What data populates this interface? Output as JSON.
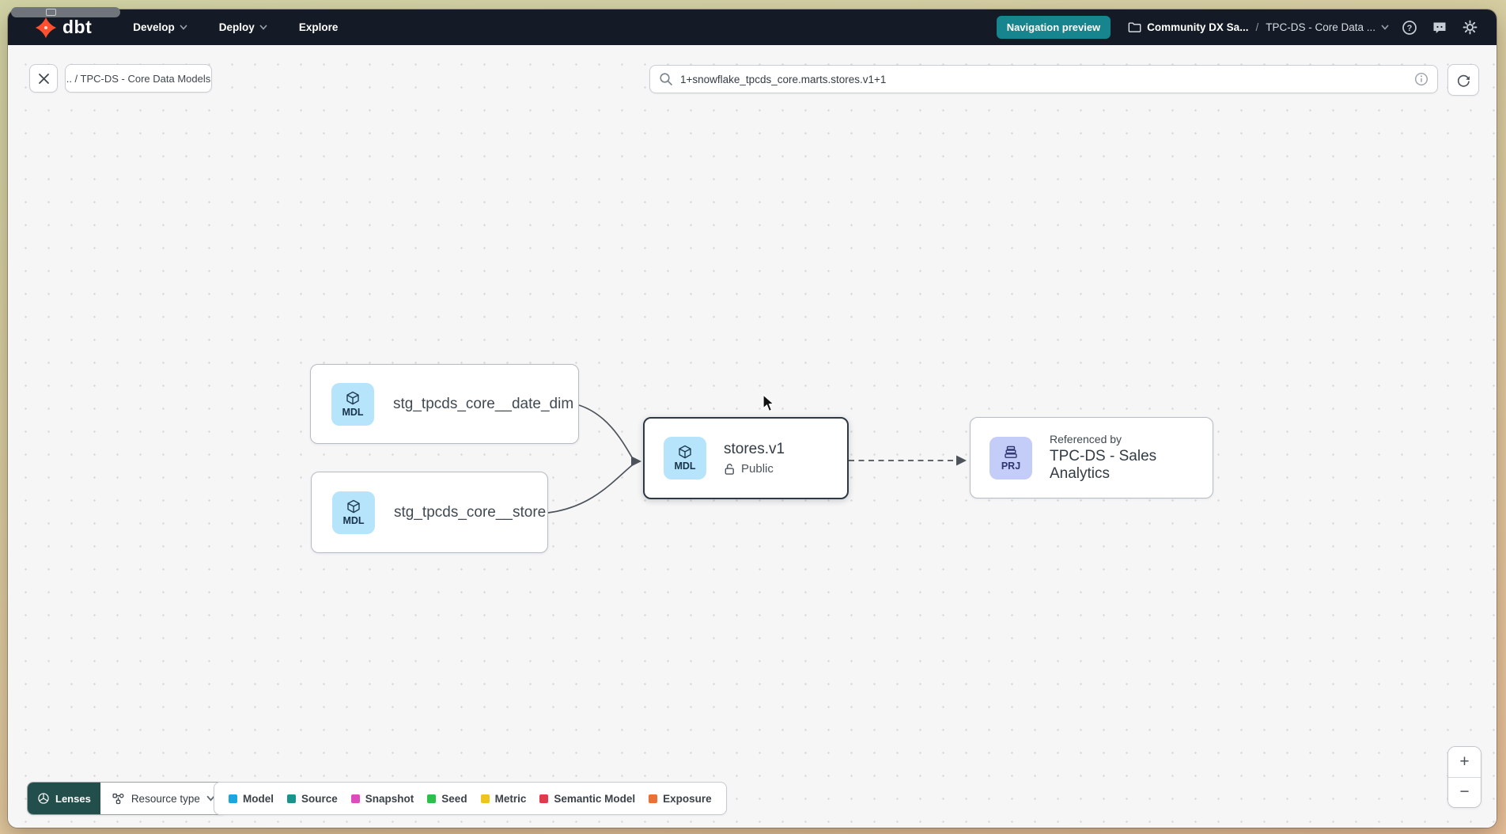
{
  "navbar": {
    "brand": "dbt",
    "menus": [
      {
        "label": "Develop"
      },
      {
        "label": "Deploy"
      },
      {
        "label": "Explore"
      }
    ],
    "preview_badge": "Navigation preview",
    "breadcrumb": {
      "account": "Community DX Sa...",
      "separator": "/",
      "project": "TPC-DS - Core Data ..."
    }
  },
  "toolbar": {
    "breadcrumb_chip": ".. / TPC-DS - Core Data Models",
    "search_value": "1+snowflake_tpcds_core.marts.stores.v1+1"
  },
  "graph": {
    "nodes": [
      {
        "badge": "MDL",
        "label": "stg_tpcds_core__date_dim"
      },
      {
        "badge": "MDL",
        "label": "stg_tpcds_core__store"
      },
      {
        "badge": "MDL",
        "label": "stores.v1",
        "access": "Public"
      },
      {
        "badge": "PRJ",
        "kicker": "Referenced by",
        "label": "TPC-DS - Sales Analytics"
      }
    ]
  },
  "footer": {
    "lenses_label": "Lenses",
    "resource_type_label": "Resource type",
    "legend": [
      {
        "label": "Model",
        "color": "#18a8e1"
      },
      {
        "label": "Source",
        "color": "#17948c"
      },
      {
        "label": "Snapshot",
        "color": "#df4bbd"
      },
      {
        "label": "Seed",
        "color": "#2ac14b"
      },
      {
        "label": "Metric",
        "color": "#eec51c"
      },
      {
        "label": "Semantic Model",
        "color": "#e2394c"
      },
      {
        "label": "Exposure",
        "color": "#ec6f35"
      }
    ]
  },
  "zoom_controls": {
    "zoom_in": "+",
    "zoom_out": "−"
  },
  "colors": {
    "brand_orange": "#ff4f2e",
    "navbar_bg": "#141b26",
    "preview_badge_teal": "#16858d",
    "lenses_btn_teal": "#224f4b",
    "mdl_badge_blue": "#b6e4fb",
    "prj_badge_lavender": "#c4ccf8"
  }
}
